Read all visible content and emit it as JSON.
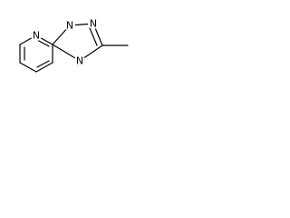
{
  "molecule": {
    "atom_labels": {
      "n1": "N",
      "n2": "N",
      "n3": "N",
      "n4": "N"
    }
  }
}
